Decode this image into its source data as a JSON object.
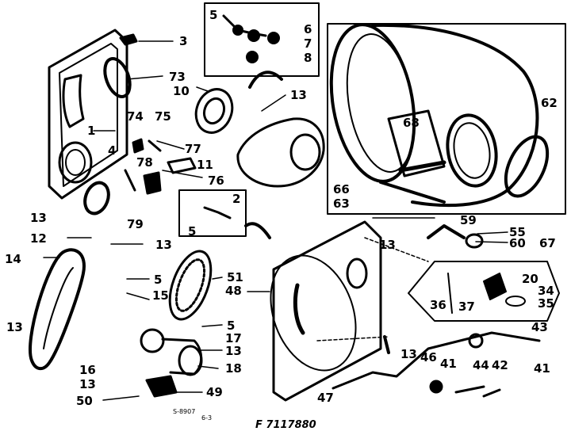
{
  "figure_id": "F 7117880",
  "footnote": {
    "line1": "S-8907",
    "line2": "6-3"
  },
  "callouts": [
    "3",
    "73",
    "1",
    "74",
    "75",
    "4",
    "78",
    "77",
    "76",
    "79",
    "13",
    "12",
    "14",
    "15",
    "5",
    "51",
    "48",
    "17",
    "18",
    "49",
    "50",
    "16",
    "10",
    "11",
    "6",
    "7",
    "8",
    "2",
    "68",
    "62",
    "66",
    "63",
    "59",
    "55",
    "60",
    "67",
    "20",
    "34",
    "35",
    "36",
    "37",
    "43",
    "46",
    "41",
    "44",
    "42",
    "47"
  ],
  "colors": {
    "ink": "#000000",
    "paper": "#ffffff"
  }
}
